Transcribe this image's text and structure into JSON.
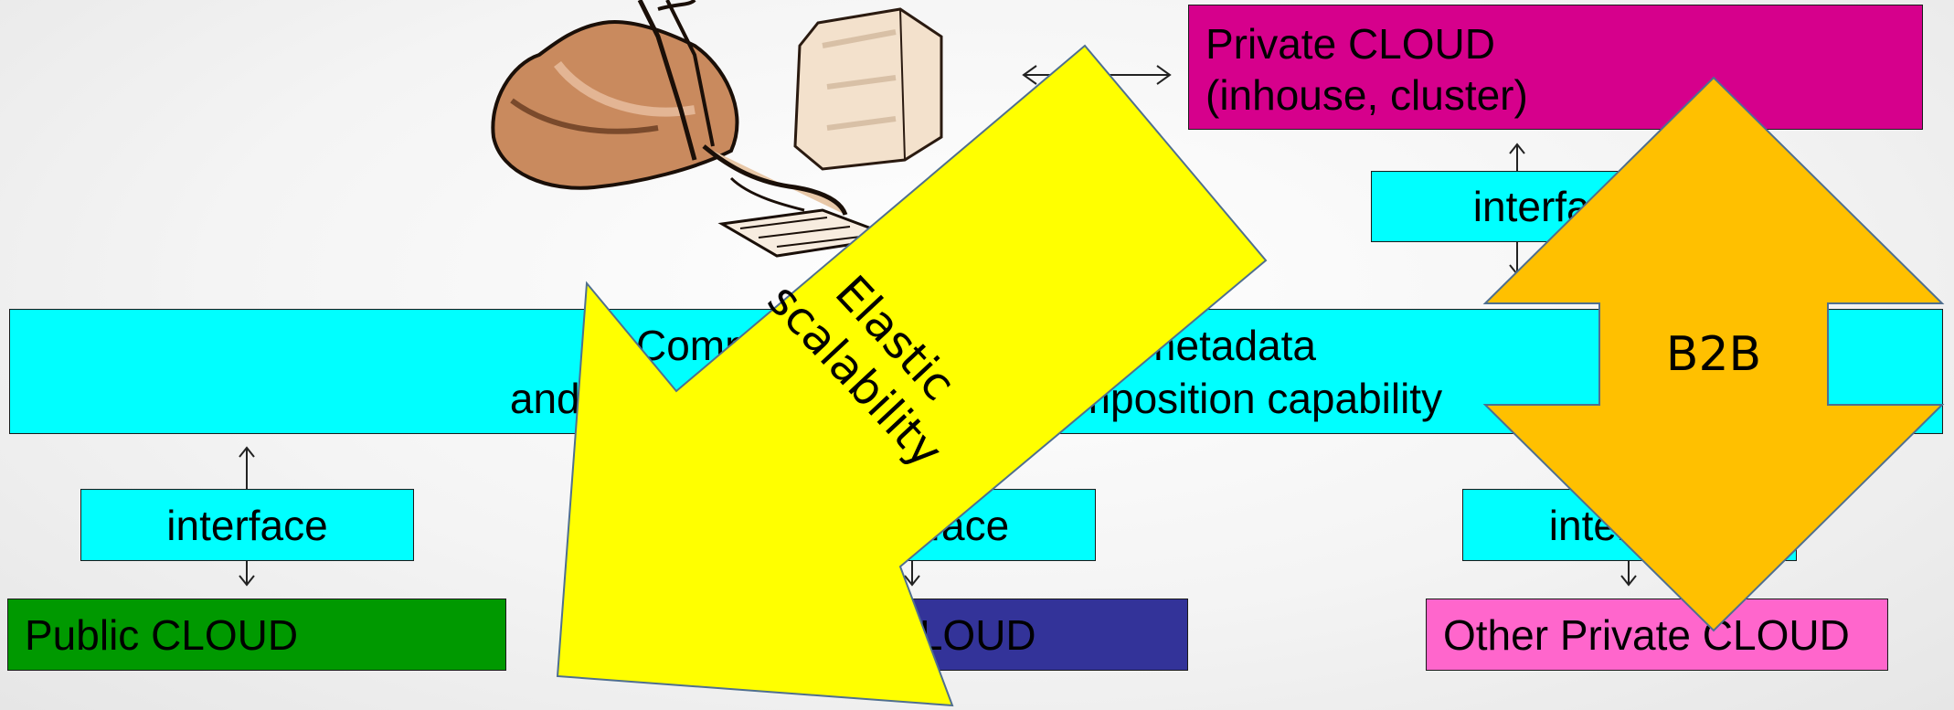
{
  "common_box": {
    "line1": "Common Service Bus with metadata",
    "line2": "and dynamic discovery and composition capability"
  },
  "private_cloud": {
    "line1": "Private CLOUD",
    "line2": "(inhouse, cluster)"
  },
  "interfaces": {
    "top_right": "interface",
    "left": "interface",
    "middle": "interface",
    "right": "interface"
  },
  "clouds": {
    "public": "Public CLOUD",
    "middle": "Partner CLOUD",
    "other_private": "Other Private CLOUD"
  },
  "elastic_arrow": {
    "line1": "Elastic",
    "line2": "scalability",
    "color": "#ffff00"
  },
  "b2b_arrow": {
    "label": "B2B",
    "color": "#ffc000"
  },
  "colors": {
    "interface": "#00ffff",
    "public_cloud": "#009900",
    "partner_cloud": "#333399",
    "private_cloud": "#d6008c",
    "other_private_cloud": "#ff66cc"
  },
  "icons": [
    "person-at-computer-clipart"
  ]
}
